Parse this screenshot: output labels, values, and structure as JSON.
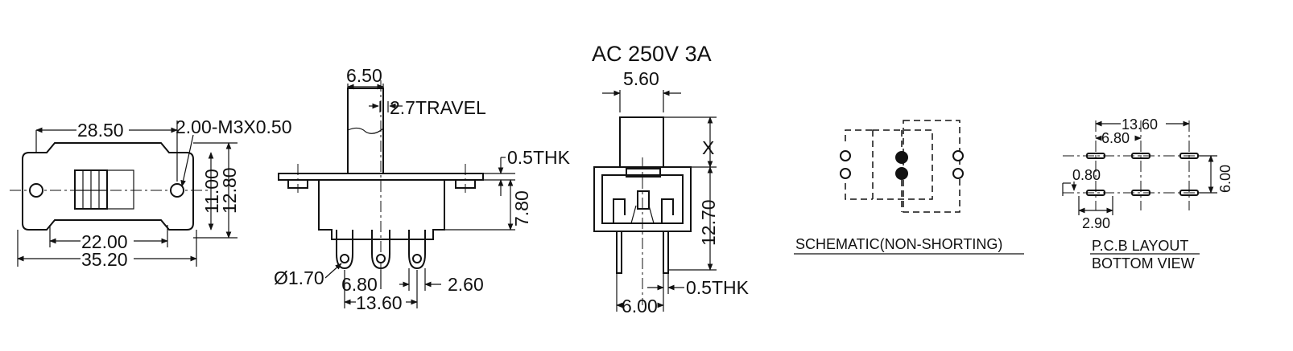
{
  "rating": "AC  250V  3A",
  "top_view": {
    "dim_width_holes": "28.50",
    "dim_hole_spec": "2.00-M3X0.50",
    "dim_height_inner": "11.00",
    "dim_height_outer": "12.80",
    "dim_mount_spacing": "22.00",
    "dim_overall_length": "35.20"
  },
  "side_view": {
    "dim_actuator_width": "6.50",
    "dim_travel": "2.7TRAVEL",
    "dim_thickness": "0.5THK",
    "dim_height": "7.80",
    "dim_pin_dia": "Ø1.70",
    "dim_pin_pitch": "6.80",
    "dim_pin_span": "13.60",
    "dim_pin_width": "2.60"
  },
  "end_view": {
    "dim_actuator": "5.60",
    "dim_height": "12.70",
    "dim_base": "6.00",
    "dim_thickness": "0.5THK",
    "dim_top_mark": "X"
  },
  "schematic": {
    "caption": "SCHEMATIC(NON-SHORTING)"
  },
  "pcb": {
    "dim_span": "13.60",
    "dim_pitch": "6.80",
    "dim_slot": "0.80",
    "dim_row": "6.00",
    "dim_slot_len": "2.90",
    "caption_line1": "P.C.B LAYOUT",
    "caption_line2": "BOTTOM VIEW"
  }
}
